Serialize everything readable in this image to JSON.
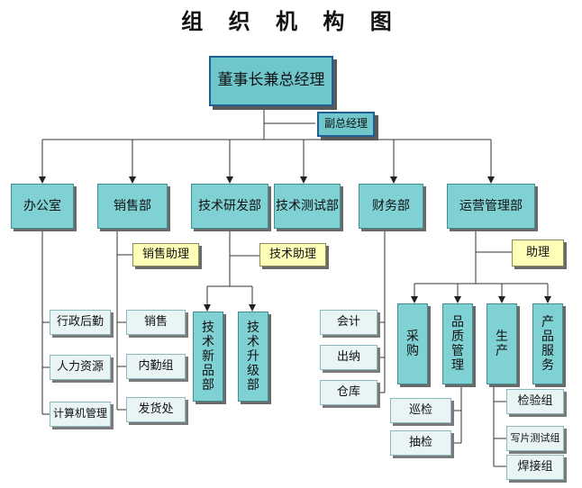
{
  "title": "组 织 机 构 图",
  "nodes": {
    "chairman": "董事长兼总经理",
    "vice_gm": "副总经理",
    "office": "办公室",
    "sales": "销售部",
    "rnd": "技术研发部",
    "testing": "技术测试部",
    "finance": "财务部",
    "operations": "运营管理部",
    "sales_assistant": "销售助理",
    "tech_assistant": "技术助理",
    "ops_assistant": "助理",
    "admin_logistics": "行政后勤",
    "hr": "人力资源",
    "it_management": "计算机管理",
    "sales_staff": "销售",
    "domestic_group": "内勤组",
    "shipping": "发货处",
    "new_product": "技术新品部",
    "upgrade": "技术升级部",
    "accounting": "会计",
    "cashier": "出纳",
    "warehouse": "仓库",
    "procurement": "采购",
    "quality": "品质管理",
    "production": "生产",
    "product_service": "产品服务",
    "patrol_inspection": "巡检",
    "sampling_inspection": "抽检",
    "inspection_group": "检验组",
    "chip_test_group": "写片测试组",
    "welding_group": "焊接组"
  }
}
